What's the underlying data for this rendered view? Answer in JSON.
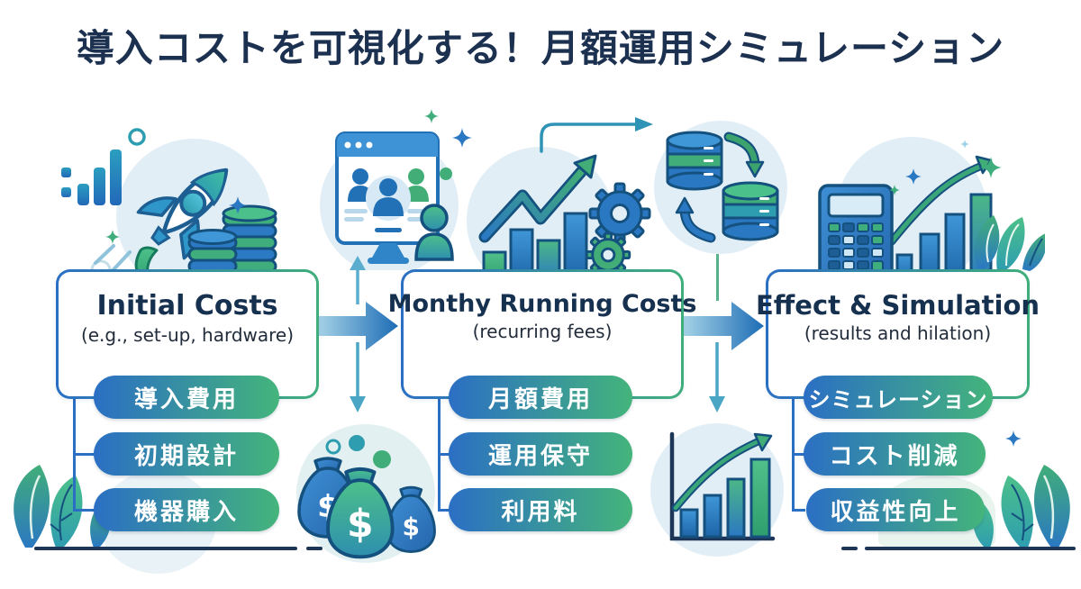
{
  "title": "導入コストを可視化する！月額運用シミュレーション",
  "sections": [
    {
      "heading": "Initial Costs",
      "subheading": "(e.g., set-up, hardware)",
      "items": [
        "導入費用",
        "初期設計",
        "機器購入"
      ]
    },
    {
      "heading": "Monthy Running Costs",
      "subheading": "(recurring fees)",
      "items": [
        "月額費用",
        "運用保守",
        "利用料"
      ]
    },
    {
      "heading": "Effect & Simulation",
      "subheading": "(results and hilation)",
      "items": [
        "シミュレーション",
        "コスト削減",
        "収益性向上"
      ]
    }
  ],
  "icons": [
    "rocket-launch-icon",
    "mini-bar-chart-icon",
    "coin-stacks-icon",
    "browser-users-icon",
    "growth-chart-gears-icon",
    "database-sync-icon",
    "calculator-chart-icon",
    "money-bags-icon",
    "growth-bars-arrow-icon",
    "leaf-decoration-icon",
    "sparkle-icon"
  ],
  "colors": {
    "title_navy": "#1c3050",
    "heading_navy": "#16304f",
    "pill_gradient_start": "#2b6fc4",
    "pill_gradient_end": "#44b47b",
    "box_border_blue": "#2b6fc4",
    "box_border_green": "#3fae7c",
    "flow_arrow_light": "#a9d6e8",
    "flow_arrow_dark": "#1d6cb5",
    "teal_arrow": "#4aa6c4",
    "curved_arrow_teal": "#2f93b5",
    "ground_line": "#1d3557",
    "icon_bg_circle": "#e2eef6"
  }
}
